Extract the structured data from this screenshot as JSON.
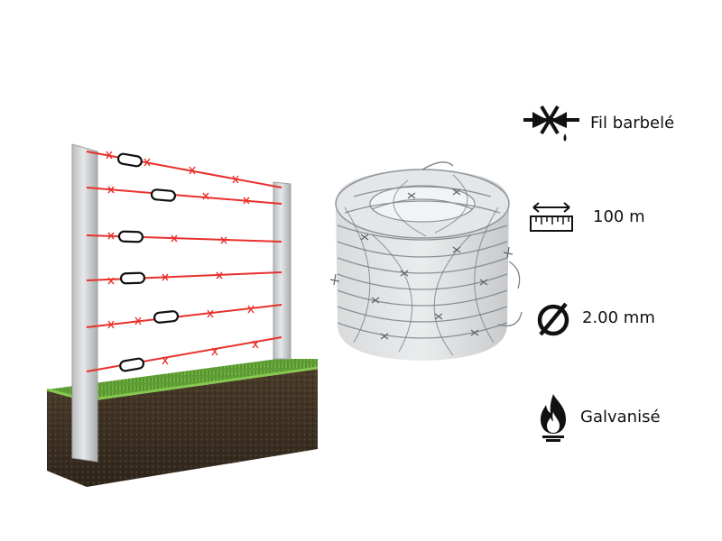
{
  "specs": {
    "type": {
      "label": "Fil barbelé",
      "icon": "barbed-wire-icon"
    },
    "length": {
      "label": "100 m",
      "icon": "ruler-icon"
    },
    "diameter": {
      "label": "2.00 mm",
      "icon": "diameter-icon"
    },
    "finish": {
      "label": "Galvanisé",
      "icon": "flame-icon"
    }
  },
  "colors": {
    "wire": "#e8302c",
    "post": "#cfd2d4",
    "grass": "#5c9a34",
    "soil": "#3a2f22",
    "coil": "#8f9499",
    "icon": "#111111"
  }
}
